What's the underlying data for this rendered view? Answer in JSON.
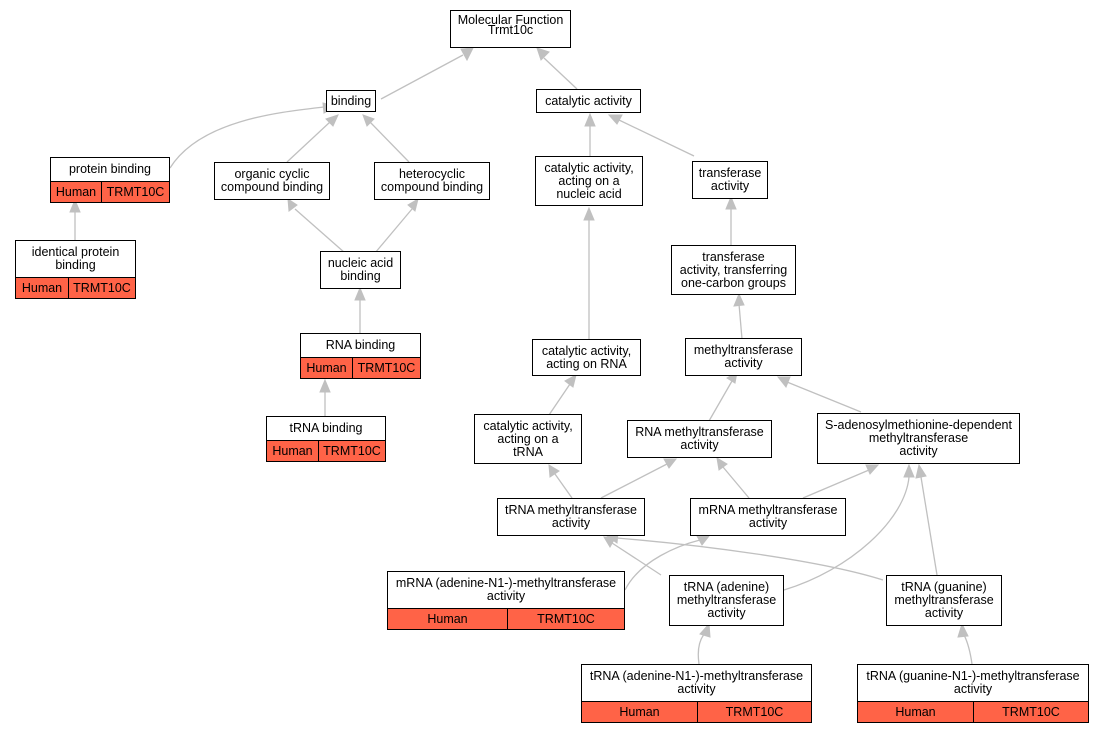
{
  "colors": {
    "edge": "#c0c0c0",
    "annotation": "#ff6347",
    "border": "#000000"
  },
  "nodes": {
    "root": {
      "line1": "Molecular Function",
      "line2": "Trmt10c"
    },
    "binding": "binding",
    "catalytic": "catalytic activity",
    "protein_binding": "protein binding",
    "organic_cyclic": "organic cyclic\ncompound binding",
    "heterocyclic": "heterocyclic\ncompound binding",
    "cat_nucleic": "catalytic activity,\nacting on a\nnucleic acid",
    "transferase": "transferase\nactivity",
    "identical_protein": "identical protein\nbinding",
    "nucleic_acid": "nucleic acid\nbinding",
    "transferase_one_carbon": "transferase\nactivity, transferring\none-carbon groups",
    "rna_binding": "RNA binding",
    "cat_rna": "catalytic activity,\nacting on RNA",
    "methyltransferase": "methyltransferase\nactivity",
    "trna_binding": "tRNA binding",
    "cat_trna": "catalytic activity,\nacting on a\ntRNA",
    "rna_mt": "RNA methyltransferase\nactivity",
    "sam_mt": "S-adenosylmethionine-dependent\nmethyltransferase\nactivity",
    "trna_mt": "tRNA methyltransferase\nactivity",
    "mrna_mt": "mRNA methyltransferase\nactivity",
    "mrna_adenine_n1": "mRNA (adenine-N1-)-methyltransferase\nactivity",
    "trna_adenine": "tRNA (adenine)\nmethyltransferase\nactivity",
    "trna_guanine": "tRNA (guanine)\nmethyltransferase\nactivity",
    "trna_adenine_n1": "tRNA (adenine-N1-)-methyltransferase\nactivity",
    "trna_guanine_n1": "tRNA (guanine-N1-)-methyltransferase\nactivity"
  },
  "annotation": {
    "species": "Human",
    "gene": "TRMT10C"
  }
}
